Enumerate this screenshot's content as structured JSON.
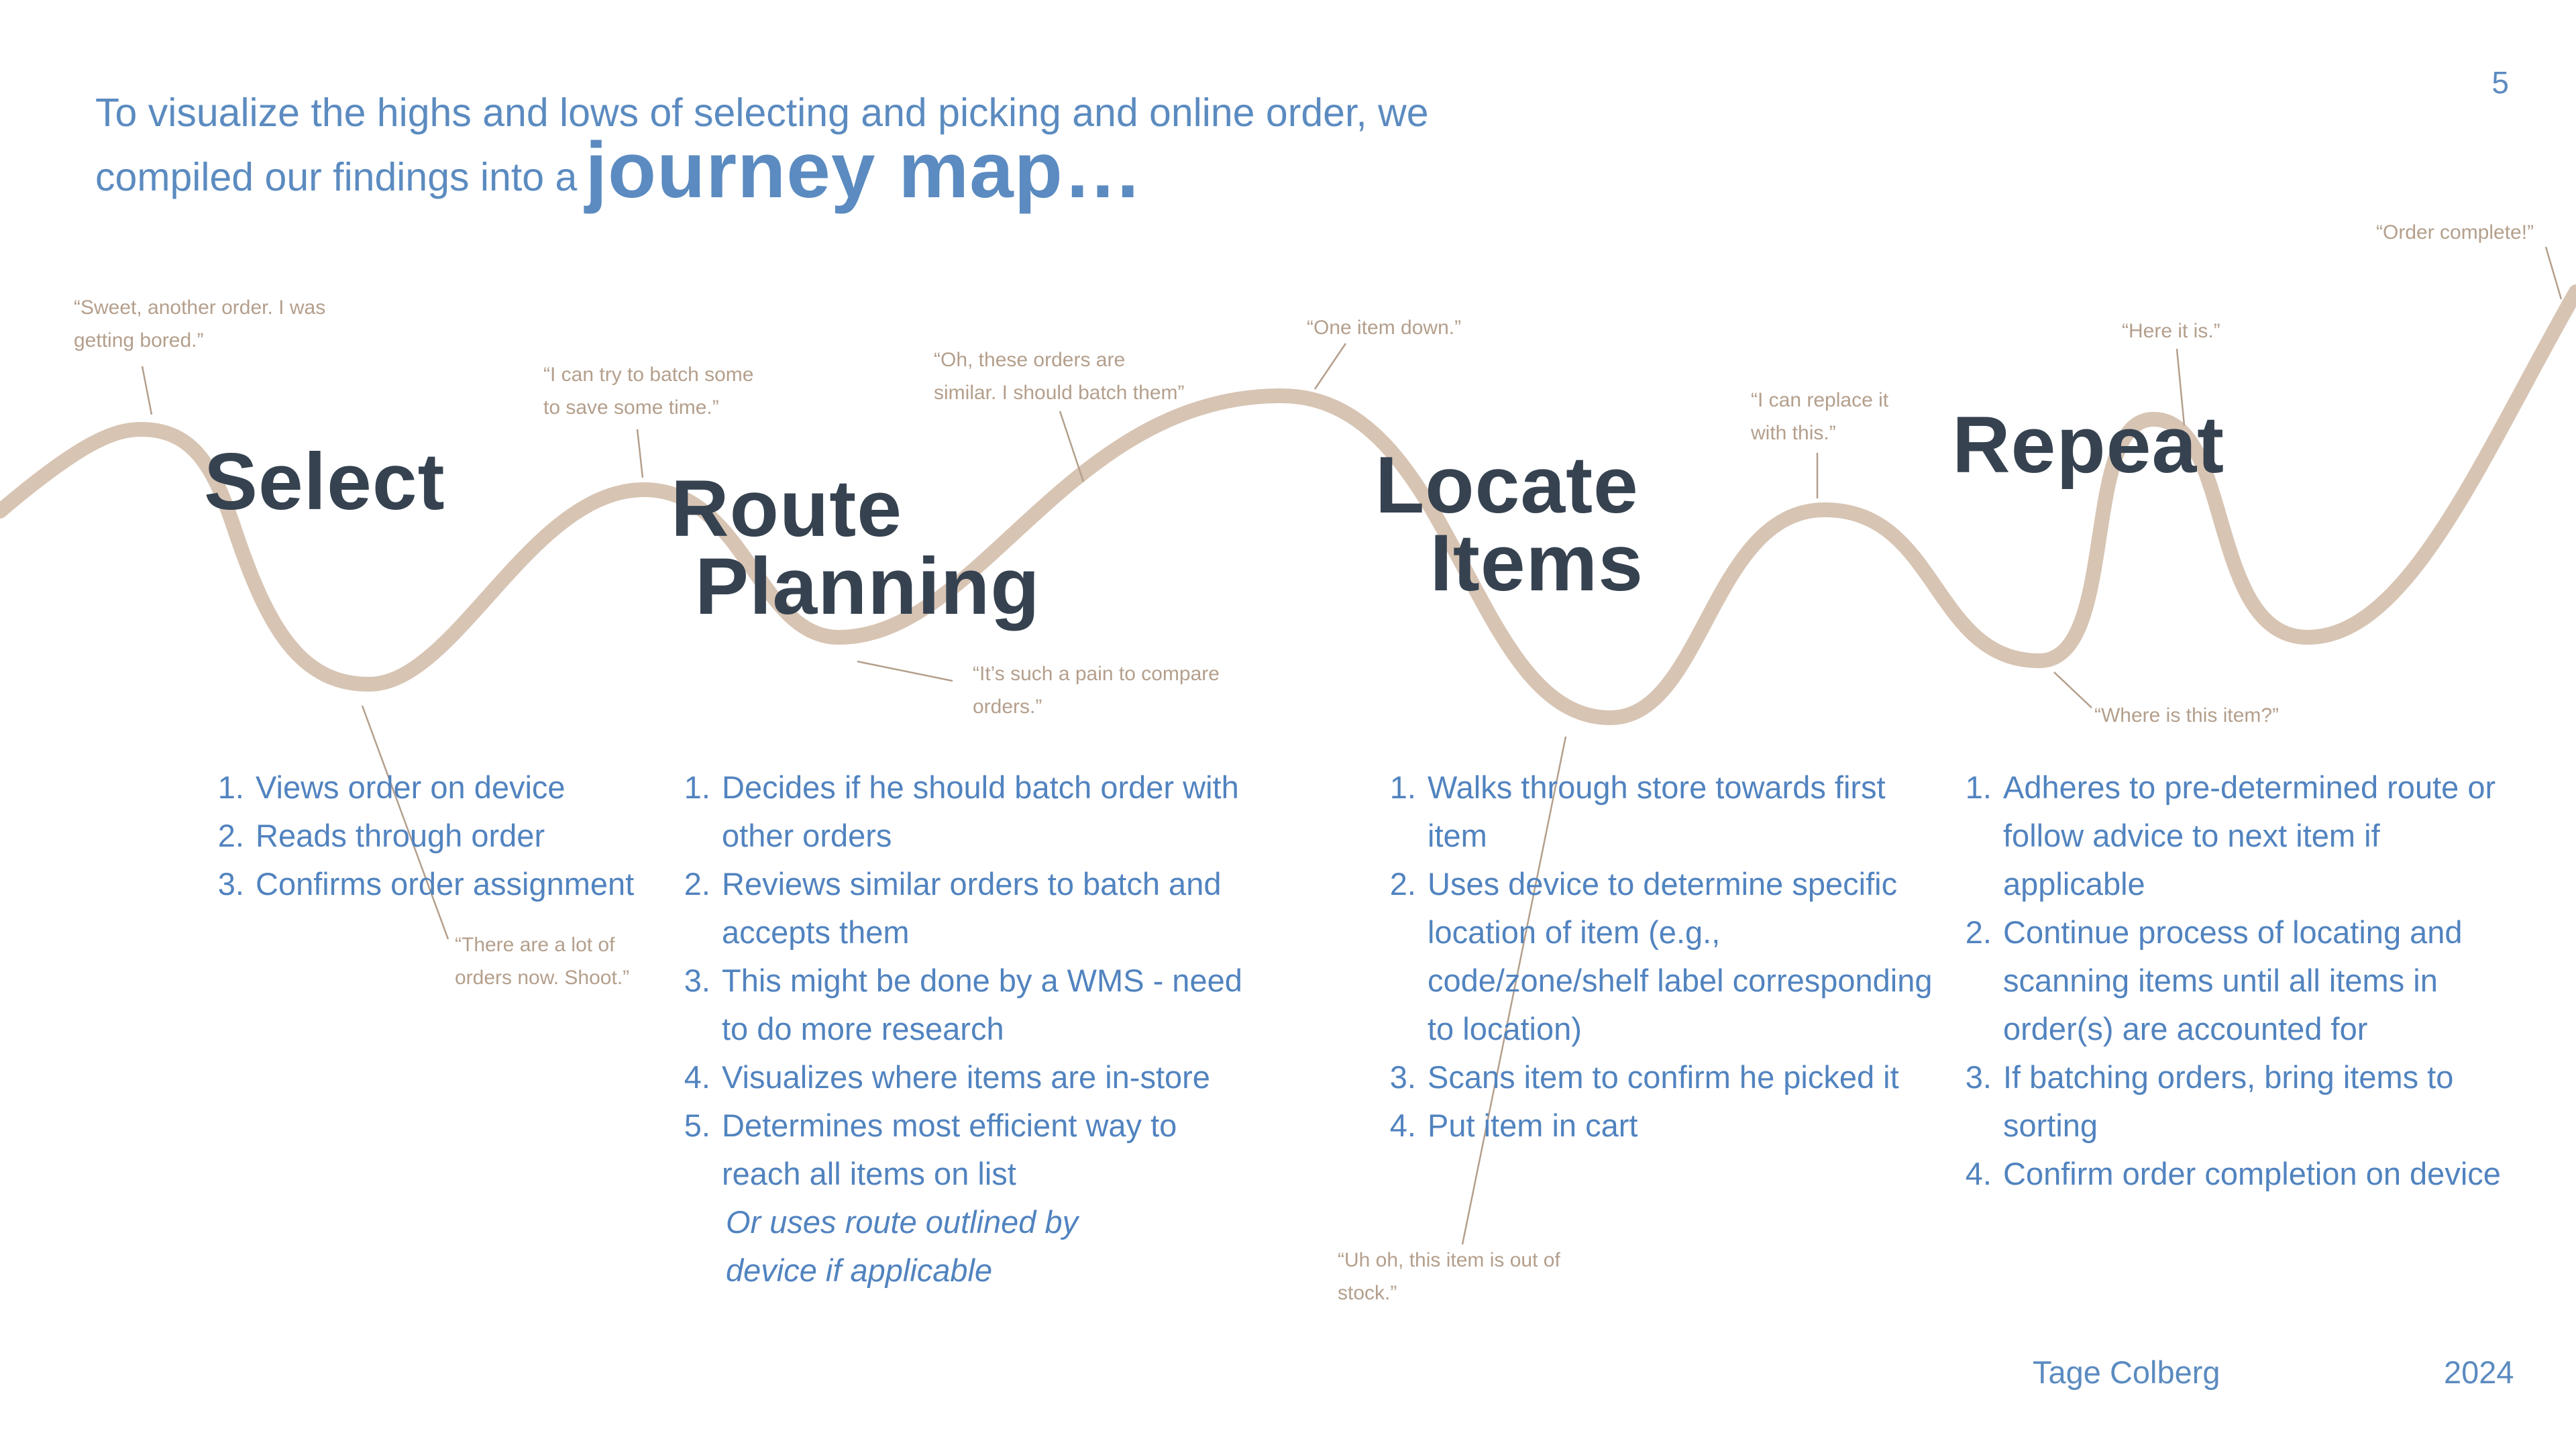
{
  "page_number": "5",
  "intro": {
    "line1": "To visualize the highs and lows of selecting and picking and online order, we",
    "line2": "compiled our findings into a",
    "emphasis": "journey map…"
  },
  "stages": {
    "select": "Select",
    "route_line1": "Route",
    "route_line2": "Planning",
    "locate_line1": "Locate",
    "locate_line2": "Items",
    "repeat": "Repeat"
  },
  "quotes": {
    "q1_l1": "“Sweet, another order. I was",
    "q1_l2": "getting bored.”",
    "q2_l1": "“I can try to batch some",
    "q2_l2": "to save some time.”",
    "q3_l1": "“Oh, these orders are",
    "q3_l2": "similar. I should batch them”",
    "q4_l1": "“One item down.”",
    "q5_l1": "“I can replace it",
    "q5_l2": "with this.”",
    "q6_l1": "“Here it is.”",
    "q7_l1": "“Order complete!”",
    "q8_l1": "“It’s such a pain to compare",
    "q8_l2": "orders.”",
    "q9_l1": "“There are a lot of",
    "q9_l2": "orders now. Shoot.”",
    "q10_l1": "“Where is this item?”",
    "q11_l1": "“Uh oh, this item is out of",
    "q11_l2": "stock.”"
  },
  "steps": {
    "select": [
      "Views order on device",
      "Reads through order",
      "Confirms order assignment"
    ],
    "route": [
      "Decides if he should batch order with other orders",
      "Reviews similar orders to batch and accepts them",
      "This might be done by a WMS - need to do more research",
      "Visualizes where items are in-store",
      "Determines most efficient way to reach all items on list"
    ],
    "route_note": "Or uses route outlined by device if applicable",
    "locate": [
      "Walks through store towards first item",
      "Uses device to determine specific location of item (e.g., code/zone/shelf label corresponding to location)",
      "Scans item to confirm he picked it",
      "Put item in cart"
    ],
    "repeat": [
      "Adheres to pre-determined route or follow advice to next item if applicable",
      "Continue process of locating and scanning items until all items in order(s) are accounted for",
      "If batching orders, bring items to sorting",
      "Confirm order completion on device"
    ]
  },
  "footer": {
    "author": "Tage Colberg",
    "year": "2024"
  },
  "colors": {
    "wave": "#d7c4b3",
    "heading": "#364250",
    "text_blue": "#5183bf",
    "quote": "#b49f8c"
  }
}
